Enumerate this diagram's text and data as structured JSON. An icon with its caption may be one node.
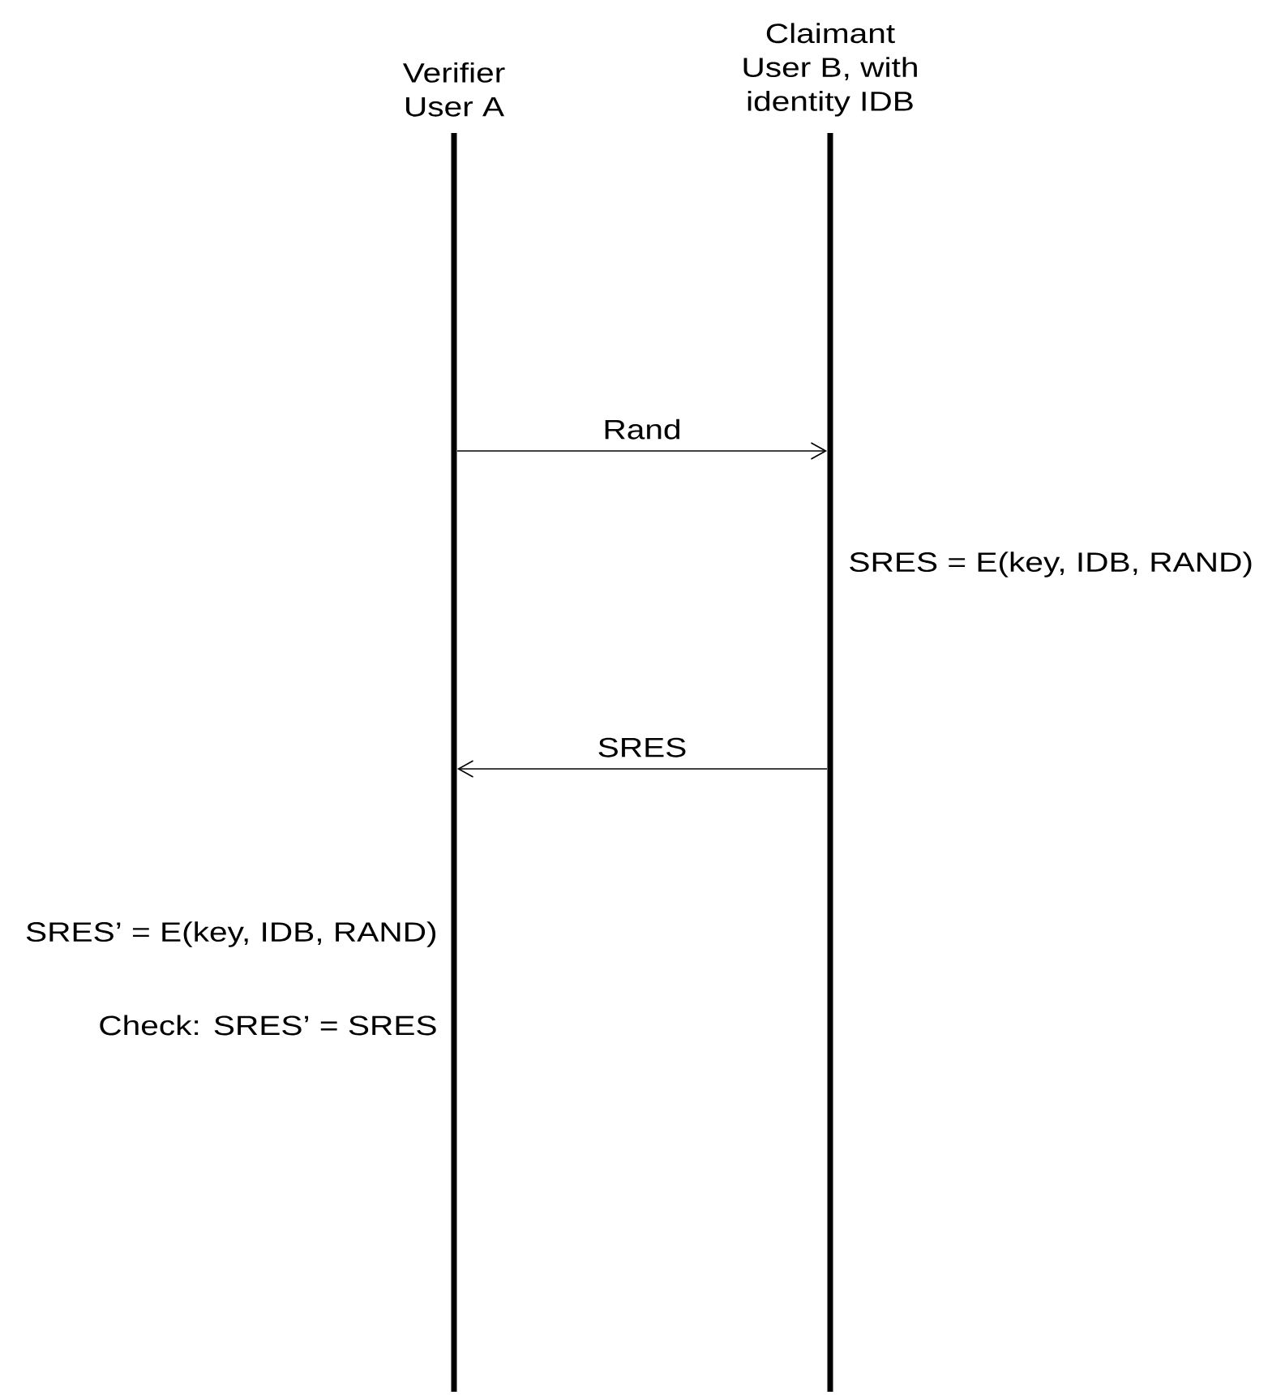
{
  "diagram": {
    "nodes": [
      {
        "text": [
          "Verifier User A"
        ]
      },
      {
        "text": [
          "Claimant User B, with identity IDB"
        ]
      }
    ],
    "edges": [
      {
        "from": 0,
        "to": 1,
        "arrow": "to",
        "label": "Rand"
      },
      {
        "from": 1,
        "to": 0,
        "arrow": "to",
        "label": "SRES"
      }
    ],
    "labels": [
      "SRES = E(key, IDB, RAND)",
      "SRES’ = E(key, IDB, RAND)",
      "Check: SRES’ = SRES"
    ]
  }
}
